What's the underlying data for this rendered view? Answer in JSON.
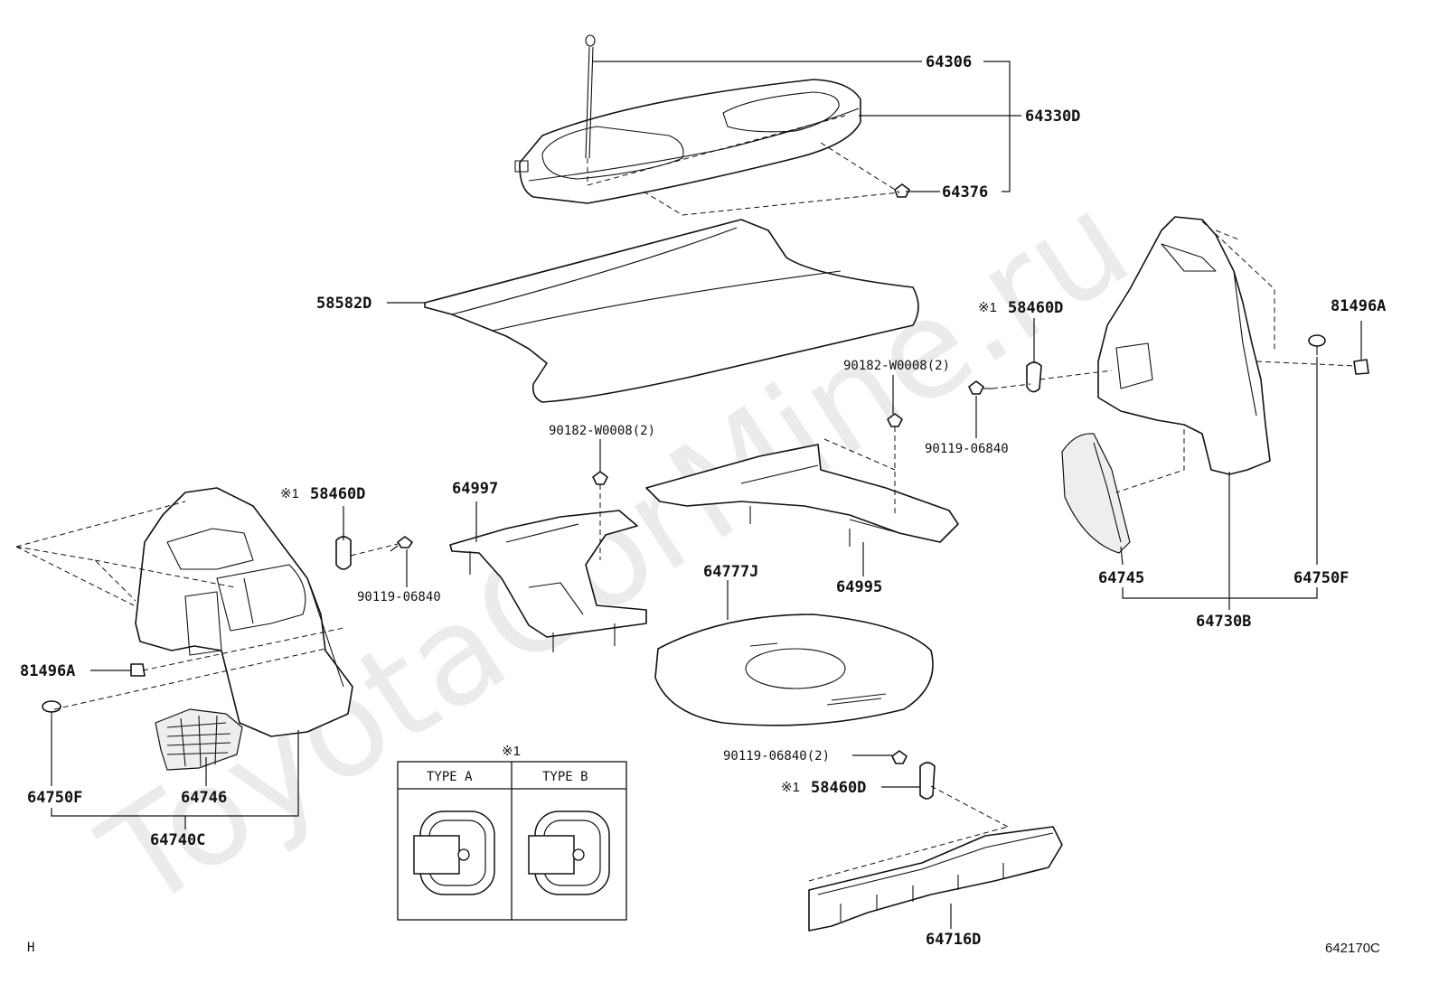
{
  "watermark": "ToyotaCorMine.ru",
  "corner_left": "H",
  "corner_right": "642170C",
  "labels": {
    "p64306": "64306",
    "p64330D": "64330D",
    "p64376": "64376",
    "p58582D": "58582D",
    "ref_1": "※1",
    "p58460D": "58460D",
    "p81496A": "81496A",
    "p90182_a": "90182-W0008(2)",
    "p90182_b": "90182-W0008(2)",
    "p90119_a": "90119-06840",
    "p90119_b": "90119-06840",
    "p90119_c": "90119-06840(2)",
    "p64997": "64997",
    "p64995": "64995",
    "p64777J": "64777J",
    "p64745": "64745",
    "p64750F": "64750F",
    "p64730B": "64730B",
    "p64746": "64746",
    "p64740C": "64740C",
    "p64716D": "64716D"
  },
  "type_table": {
    "note": "※1",
    "type_a": "TYPE A",
    "type_b": "TYPE B"
  }
}
